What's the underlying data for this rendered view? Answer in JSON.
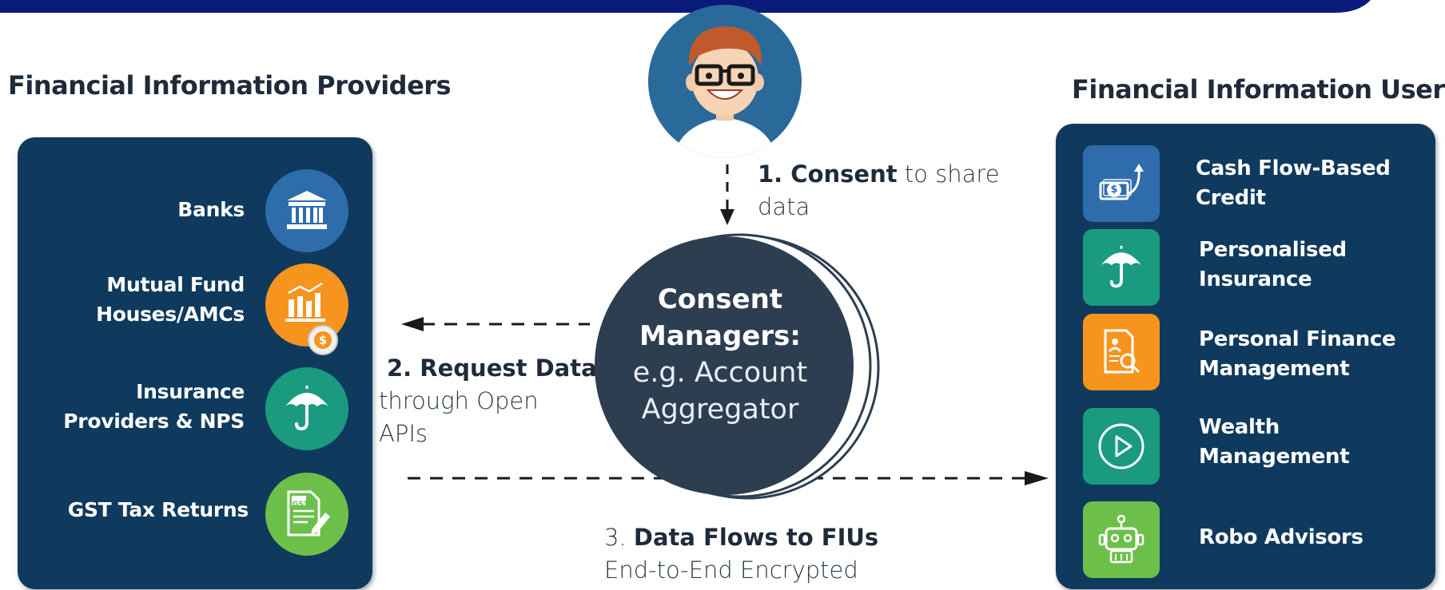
{
  "providers": {
    "heading": "Financial Information Providers",
    "items": [
      {
        "line1": "Banks",
        "line2": "",
        "icon": "bank-icon",
        "color": "#2f6cab"
      },
      {
        "line1": "Mutual Fund",
        "line2": "Houses/AMCs",
        "icon": "mutual-fund-chart-icon",
        "color": "#f7941d"
      },
      {
        "line1": "Insurance",
        "line2": "Providers & NPS",
        "icon": "umbrella-icon",
        "color": "#1a9b80"
      },
      {
        "line1": "GST Tax Returns",
        "line2": "",
        "icon": "gst-document-icon",
        "color": "#6cc04a"
      }
    ],
    "gst_badge": "GST",
    "coin_symbol": "$"
  },
  "users": {
    "heading": "Financial Information Users",
    "items": [
      {
        "line1": "Cash Flow-Based",
        "line2": "Credit",
        "icon": "cash-flow-icon",
        "color": "#2f6cab"
      },
      {
        "line1": "Personalised",
        "line2": "Insurance",
        "icon": "umbrella-icon",
        "color": "#1a9b80"
      },
      {
        "line1": "Personal Finance",
        "line2": "Management",
        "icon": "profile-search-icon",
        "color": "#f7941d"
      },
      {
        "line1": "Wealth",
        "line2": "Management",
        "icon": "play-circle-icon",
        "color": "#1a9b80"
      },
      {
        "line1": "Robo Advisors",
        "line2": "",
        "icon": "robot-icon",
        "color": "#6cc04a"
      }
    ],
    "cash_symbol": "$"
  },
  "consent_manager": {
    "title_line1": "Consent",
    "title_line2": "Managers:",
    "sub_line1": "e.g. Account",
    "sub_line2": "Aggregator"
  },
  "steps": {
    "consent": {
      "bold": "1. Consent",
      "rest": " to share",
      "line2": "data"
    },
    "request": {
      "bold": "2. Request Data",
      "line2": "through Open",
      "line3": "APIs"
    },
    "flows": {
      "num": "3. ",
      "bold": "Data Flows to FIUs",
      "line2": "End-to-End Encrypted"
    }
  },
  "colors": {
    "navy": "#0f3a5e",
    "dark_circle": "#2c3e50",
    "header_bar": "#0a1a7a",
    "blue": "#2f6cab",
    "orange": "#f7941d",
    "teal": "#1a9b80",
    "green": "#6cc04a"
  }
}
